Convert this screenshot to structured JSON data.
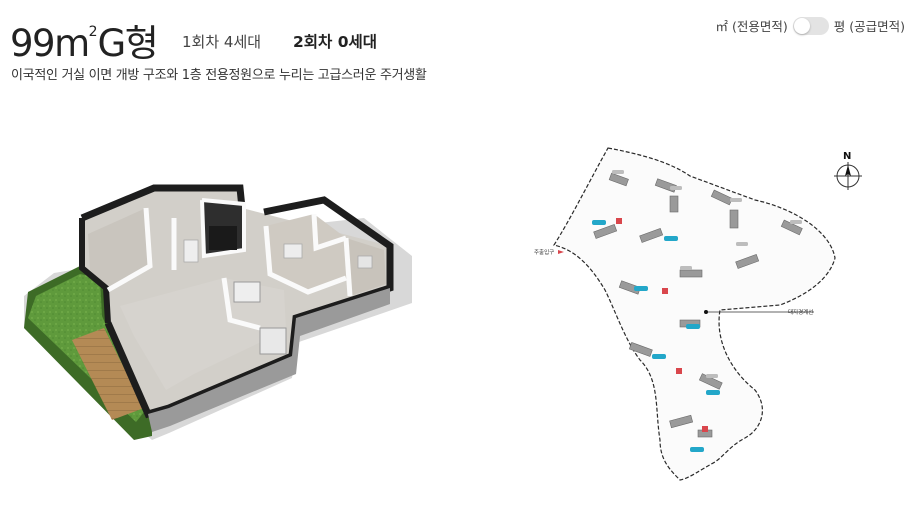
{
  "header": {
    "title_main": "99m",
    "title_sup": "2",
    "title_suffix": "G형",
    "round1": "1회차 4세대",
    "round2": "2회차 0세대",
    "subtitle": "이국적인 거실 이면 개방 구조와 1층 전용정원으로 누리는 고급스러운 주거생활"
  },
  "unit_toggle": {
    "left_label": "㎡ (전용면적)",
    "right_label": "평 (공급면적)",
    "state": "off"
  },
  "siteplan": {
    "entrance_label": "주출입구",
    "boundary_label": "대지경계선",
    "compass_label": "N"
  },
  "colors": {
    "highlight": "#d9464c",
    "tag": "#23a7c9",
    "garden": "#5f9a3c",
    "deck": "#b48a55"
  }
}
